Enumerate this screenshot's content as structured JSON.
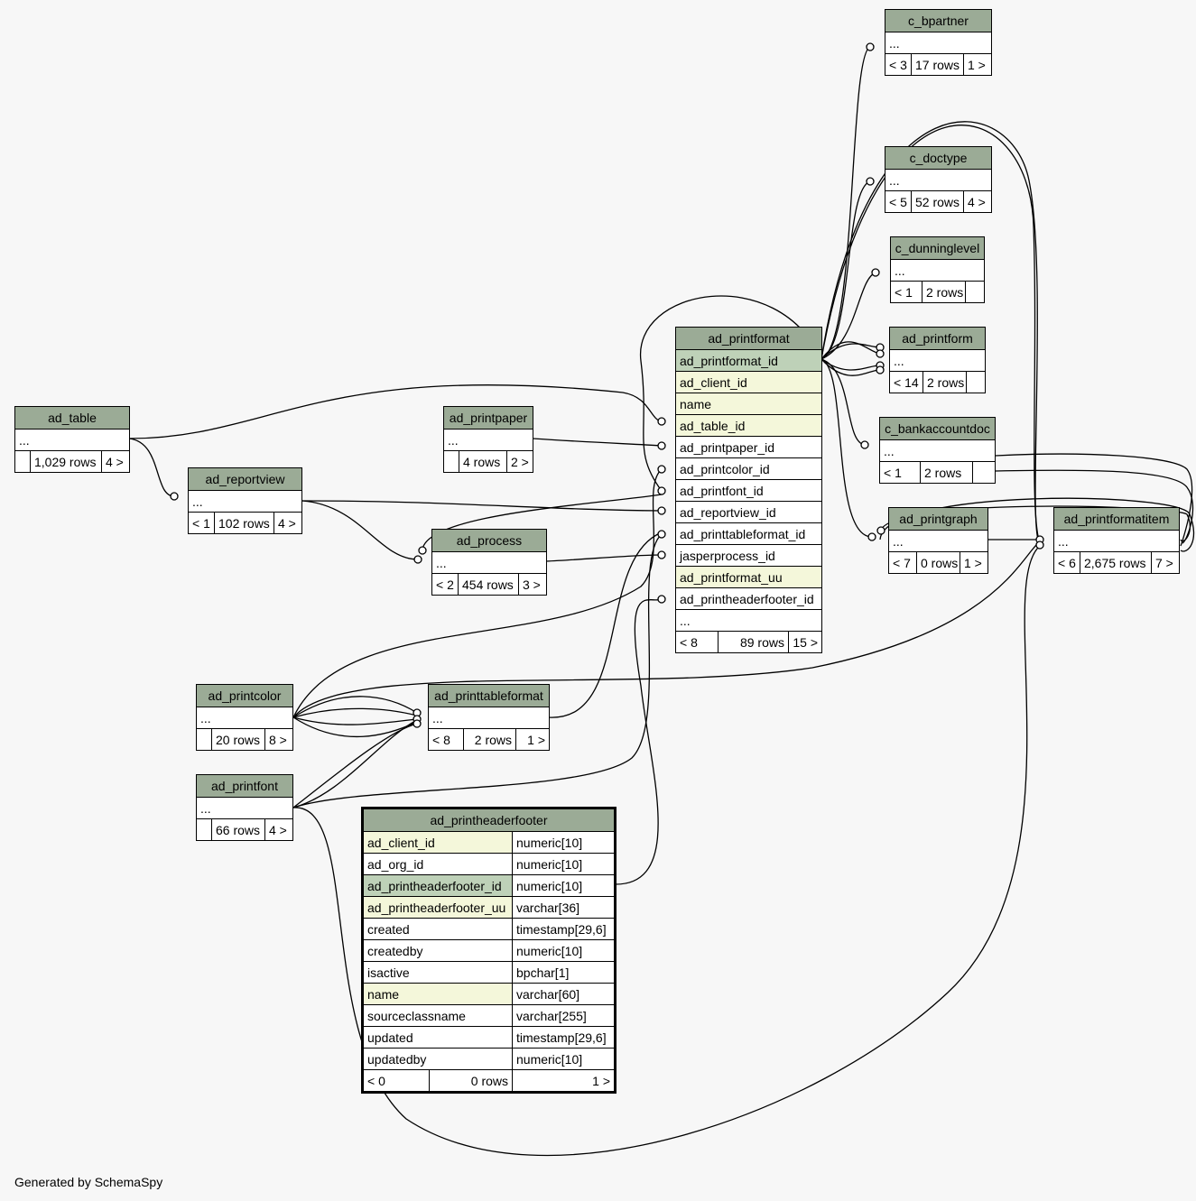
{
  "footer": "Generated by SchemaSpy",
  "tables": {
    "c_bpartner": {
      "name": "c_bpartner",
      "cols": [
        "..."
      ],
      "stats": [
        "< 3",
        "17 rows",
        "1 >"
      ]
    },
    "c_doctype": {
      "name": "c_doctype",
      "cols": [
        "..."
      ],
      "stats": [
        "< 5",
        "52 rows",
        "4 >"
      ]
    },
    "c_dunninglevel": {
      "name": "c_dunninglevel",
      "cols": [
        "..."
      ],
      "stats": [
        "< 1",
        "2 rows",
        ""
      ]
    },
    "ad_printform": {
      "name": "ad_printform",
      "cols": [
        "..."
      ],
      "stats": [
        "< 14",
        "2 rows",
        ""
      ]
    },
    "c_bankaccountdoc": {
      "name": "c_bankaccountdoc",
      "cols": [
        "..."
      ],
      "stats": [
        "< 1",
        "2 rows",
        ""
      ]
    },
    "ad_printgraph": {
      "name": "ad_printgraph",
      "cols": [
        "..."
      ],
      "stats": [
        "< 7",
        "0 rows",
        "1 >"
      ]
    },
    "ad_printformatitem": {
      "name": "ad_printformatitem",
      "cols": [
        "..."
      ],
      "stats": [
        "< 6",
        "2,675 rows",
        "7 >"
      ]
    },
    "ad_table": {
      "name": "ad_table",
      "cols": [
        "..."
      ],
      "stats": [
        "",
        "1,029 rows",
        "4 >"
      ]
    },
    "ad_printpaper": {
      "name": "ad_printpaper",
      "cols": [
        "..."
      ],
      "stats": [
        "",
        "4 rows",
        "2 >"
      ]
    },
    "ad_reportview": {
      "name": "ad_reportview",
      "cols": [
        "..."
      ],
      "stats": [
        "< 1",
        "102 rows",
        "4 >"
      ]
    },
    "ad_process": {
      "name": "ad_process",
      "cols": [
        "..."
      ],
      "stats": [
        "< 2",
        "454 rows",
        "3 >"
      ]
    },
    "ad_printformat": {
      "name": "ad_printformat",
      "cols": [
        "ad_printformat_id",
        "ad_client_id",
        "name",
        "ad_table_id",
        "ad_printpaper_id",
        "ad_printcolor_id",
        "ad_printfont_id",
        "ad_reportview_id",
        "ad_printtableformat_id",
        "jasperprocess_id",
        "ad_printformat_uu",
        "ad_printheaderfooter_id",
        "..."
      ],
      "stats": [
        "< 8",
        "89 rows",
        "15 >"
      ]
    },
    "ad_printcolor": {
      "name": "ad_printcolor",
      "cols": [
        "..."
      ],
      "stats": [
        "",
        "20 rows",
        "8 >"
      ]
    },
    "ad_printtableformat": {
      "name": "ad_printtableformat",
      "cols": [
        "..."
      ],
      "stats": [
        "< 8",
        "2 rows",
        "1 >"
      ]
    },
    "ad_printfont": {
      "name": "ad_printfont",
      "cols": [
        "..."
      ],
      "stats": [
        "",
        "66 rows",
        "4 >"
      ]
    },
    "ad_printheaderfooter": {
      "name": "ad_printheaderfooter",
      "cols": [
        [
          "ad_client_id",
          "numeric[10]"
        ],
        [
          "ad_org_id",
          "numeric[10]"
        ],
        [
          "ad_printheaderfooter_id",
          "numeric[10]"
        ],
        [
          "ad_printheaderfooter_uu",
          "varchar[36]"
        ],
        [
          "created",
          "timestamp[29,6]"
        ],
        [
          "createdby",
          "numeric[10]"
        ],
        [
          "isactive",
          "bpchar[1]"
        ],
        [
          "name",
          "varchar[60]"
        ],
        [
          "sourceclassname",
          "varchar[255]"
        ],
        [
          "updated",
          "timestamp[29,6]"
        ],
        [
          "updatedby",
          "numeric[10]"
        ]
      ],
      "stats": [
        "< 0",
        "0 rows",
        "1 >"
      ]
    }
  },
  "colors": {
    "header": "#9bab96",
    "pk": "#bed1b8",
    "index": "#f4f7da"
  }
}
